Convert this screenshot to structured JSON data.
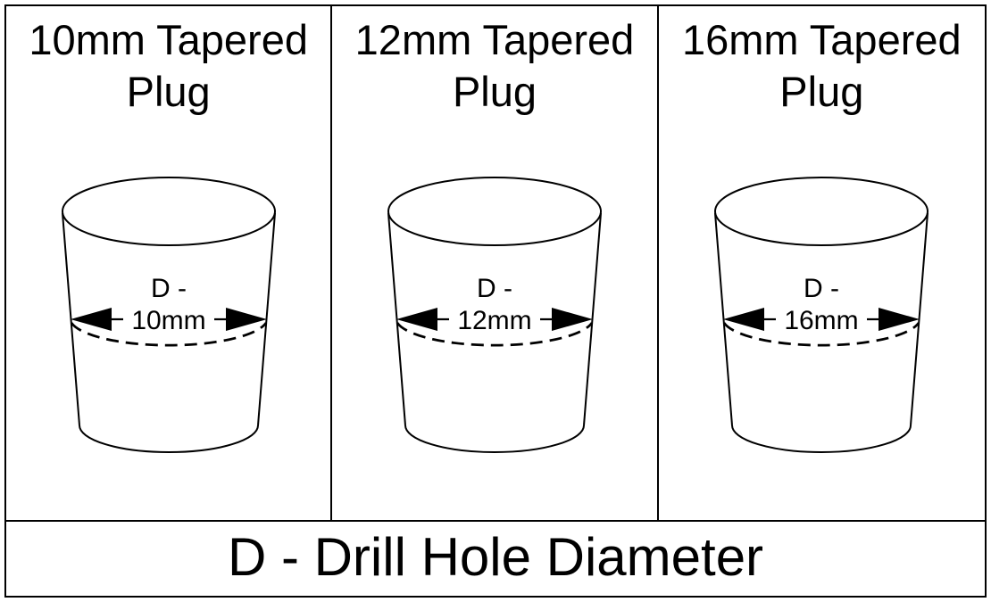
{
  "columns": [
    {
      "title": "10mm Tapered Plug",
      "dim_prefix": "D -",
      "dim_value": "10mm",
      "drawing": "tapered-plug"
    },
    {
      "title": "12mm Tapered Plug",
      "dim_prefix": "D -",
      "dim_value": "12mm",
      "drawing": "tapered-plug"
    },
    {
      "title": "16mm Tapered Plug",
      "dim_prefix": "D -",
      "dim_value": "16mm",
      "drawing": "tapered-plug"
    }
  ],
  "footer": {
    "legend": "D - Drill Hole Diameter"
  },
  "colors": {
    "line": "#000000",
    "background": "#ffffff"
  }
}
